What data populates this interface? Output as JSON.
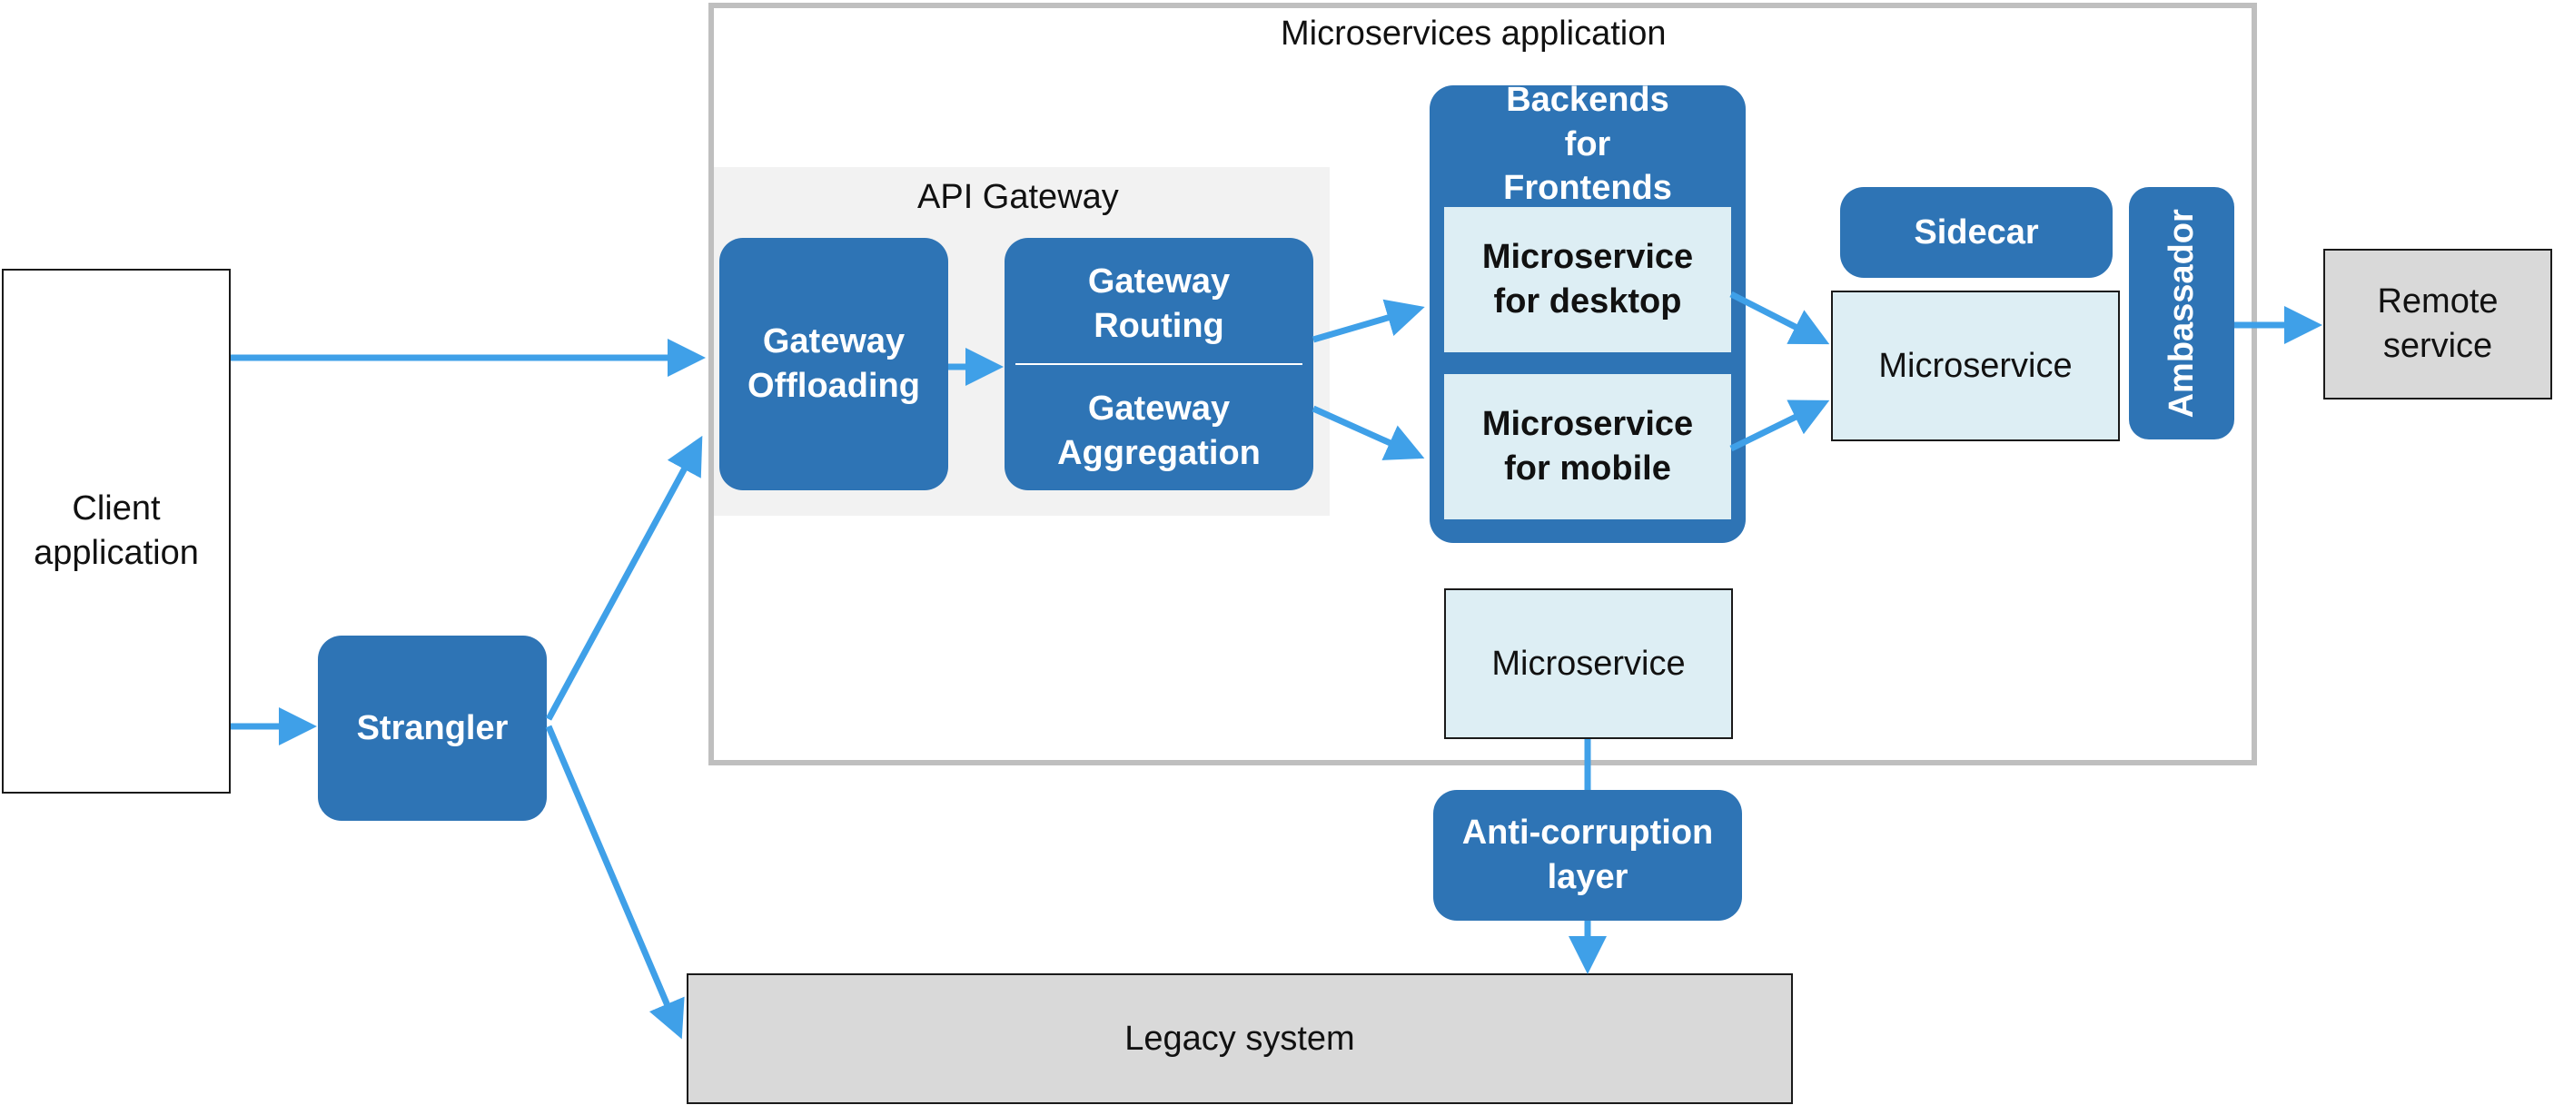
{
  "microservices_app": {
    "title": "Microservices application"
  },
  "api_gateway": {
    "title": "API Gateway"
  },
  "client": {
    "label": "Client application"
  },
  "strangler": {
    "label": "Strangler"
  },
  "gateway_offloading": {
    "label": "Gateway Offloading"
  },
  "gateway_routing": {
    "label": "Gateway Routing"
  },
  "gateway_aggregation": {
    "label": "Gateway Aggregation"
  },
  "bff": {
    "title": "Backends for Frontends",
    "desktop": "Microservice for desktop",
    "mobile": "Microservice for mobile"
  },
  "sidecar": {
    "label": "Sidecar"
  },
  "microservice_main": {
    "label": "Microservice"
  },
  "ambassador": {
    "label": "Ambassador"
  },
  "remote_service": {
    "label": "Remote service"
  },
  "microservice_lower": {
    "label": "Microservice"
  },
  "anti_corruption": {
    "label": "Anti-corruption layer"
  },
  "legacy": {
    "label": "Legacy system"
  },
  "colors": {
    "blue_box": "#2e74b5",
    "arrow": "#3fa0e8",
    "light_box": "#ddeef4",
    "gray_box": "#d9d9d9",
    "gateway_panel": "#f2f2f2",
    "frame": "#bfbfbf"
  }
}
